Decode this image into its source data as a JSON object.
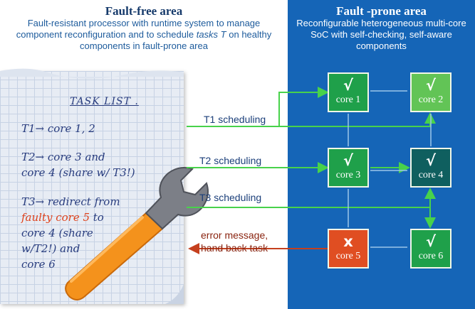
{
  "left_panel": {
    "heading": "Fault-free area",
    "subtitle_before": "Fault-resistant processor with runtime system to manage component reconfiguration and to schedule",
    "subtitle_em": "tasks T",
    "subtitle_after": "on healthy components in fault-prone area"
  },
  "right_panel": {
    "heading": "Fault -prone area",
    "subtitle": "Reconfigurable  heterogeneous multi-core SoC with self-checking, self-aware components"
  },
  "task_list": {
    "title": "TASK LIST .",
    "lines": [
      "T1→ core 1, 2",
      "T2→ core 3 and",
      "core 4 (share w/ T3!)",
      "T3→ redirect from",
      "faulty core 5",
      " to",
      "core 4 (share",
      "w/T2!) and",
      "core 6"
    ]
  },
  "cores": [
    {
      "label": "core 1",
      "status": "√",
      "color": "#1fa04a"
    },
    {
      "label": "core 2",
      "status": "√",
      "color": "#62c456"
    },
    {
      "label": "core 3",
      "status": "√",
      "color": "#1fa04a"
    },
    {
      "label": "core 4",
      "status": "√",
      "color": "#0f5f5f"
    },
    {
      "label": "core 5",
      "status": "x",
      "color": "#e04e22"
    },
    {
      "label": "core 6",
      "status": "√",
      "color": "#1fa04a"
    }
  ],
  "flows": {
    "t1": "T1 scheduling",
    "t2": "T2 scheduling",
    "t3": "T3 scheduling",
    "error_line1": "error message,",
    "error_line2": "hand back task"
  },
  "colors": {
    "right_bg": "#1565b7",
    "arrow_green": "#48d24b",
    "arrow_red": "#c5401e",
    "wrench_grey": "#7c7f87",
    "handle_orange": "#f4921c"
  },
  "icons": [
    "wrench-icon",
    "checkmark-icon",
    "x-mark-icon"
  ]
}
